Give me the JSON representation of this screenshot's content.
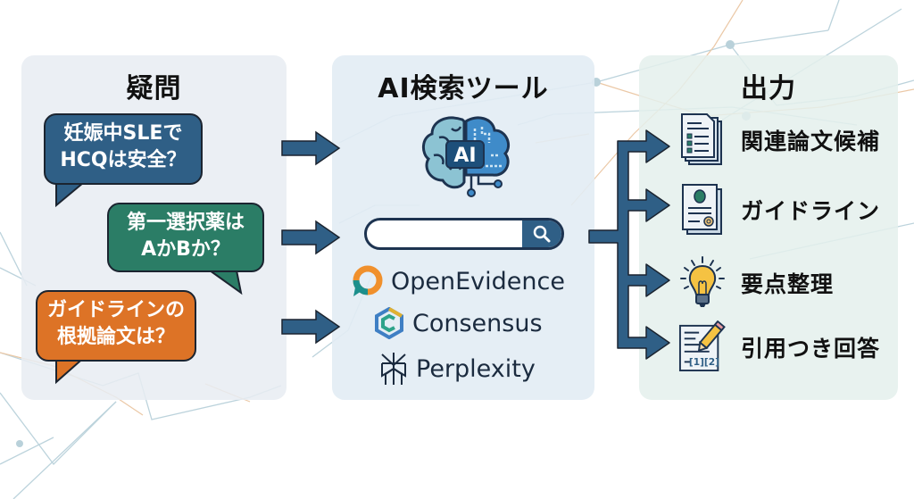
{
  "columns": {
    "questions": {
      "title": "疑問",
      "bubbles": [
        {
          "line1": "妊娠中SLEで",
          "line2": "HCQは安全？",
          "color": "#2f5f86"
        },
        {
          "line1": "第一選択薬は",
          "line2": "AかBか？",
          "color": "#2b7d66"
        },
        {
          "line1": "ガイドラインの",
          "line2": "根拠論文は？",
          "color": "#dd7326"
        }
      ]
    },
    "tools": {
      "title": "AI検索ツール",
      "brain_badge": "AI",
      "search_icon": "search-icon",
      "items": [
        {
          "name": "OpenEvidence",
          "icon": "openevidence-logo-icon"
        },
        {
          "name": "Consensus",
          "icon": "consensus-logo-icon"
        },
        {
          "name": "Perplexity",
          "icon": "perplexity-logo-icon"
        }
      ]
    },
    "output": {
      "title": "出力",
      "items": [
        {
          "label": "関連論文候補",
          "icon": "document-stack-icon"
        },
        {
          "label": "ガイドライン",
          "icon": "certificate-document-icon"
        },
        {
          "label": "要点整理",
          "icon": "lightbulb-icon"
        },
        {
          "label": "引用つき回答",
          "icon": "cited-document-pencil-icon",
          "citation_text": "[1][2]"
        }
      ]
    }
  },
  "colors": {
    "arrow": "#2f5f86",
    "arrow_outline": "#1b2430",
    "accent_orange": "#dd7326",
    "accent_green": "#2b7d66",
    "accent_blue": "#2f5f86"
  }
}
